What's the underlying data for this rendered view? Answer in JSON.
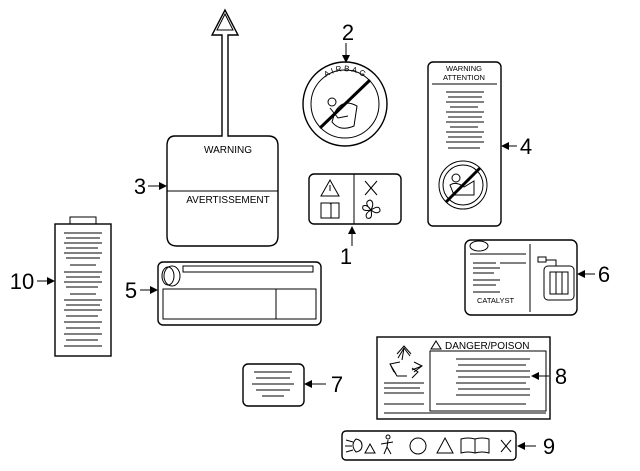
{
  "callouts": [
    "1",
    "2",
    "3",
    "4",
    "5",
    "6",
    "7",
    "8",
    "9",
    "10"
  ],
  "labels": {
    "warning": "WARNING",
    "avertissement": "AVERTISSEMENT",
    "airbag": "AIRBAG",
    "warning_small": "WARNING",
    "attention": "ATTENTION",
    "catalyst": "CATALYST",
    "danger_poison": "DANGER/POISON"
  },
  "icons": {
    "label1": [
      "warning-triangle-icon",
      "manual-book-icon",
      "no-x-icon",
      "fan-icon"
    ],
    "label9": [
      "headlight-icon",
      "triangle-icon",
      "person-icon",
      "circle-icon",
      "triangle-icon",
      "book-icon",
      "x-icon"
    ],
    "label8": [
      "recycle-icon",
      "warning-triangle-icon"
    ],
    "label2": [
      "no-child-seat-icon"
    ],
    "label4": [
      "no-child-seat-icon"
    ],
    "label6": [
      "fuel-icon",
      "engine-icon"
    ],
    "label5": [
      "cylinder-icon"
    ]
  }
}
